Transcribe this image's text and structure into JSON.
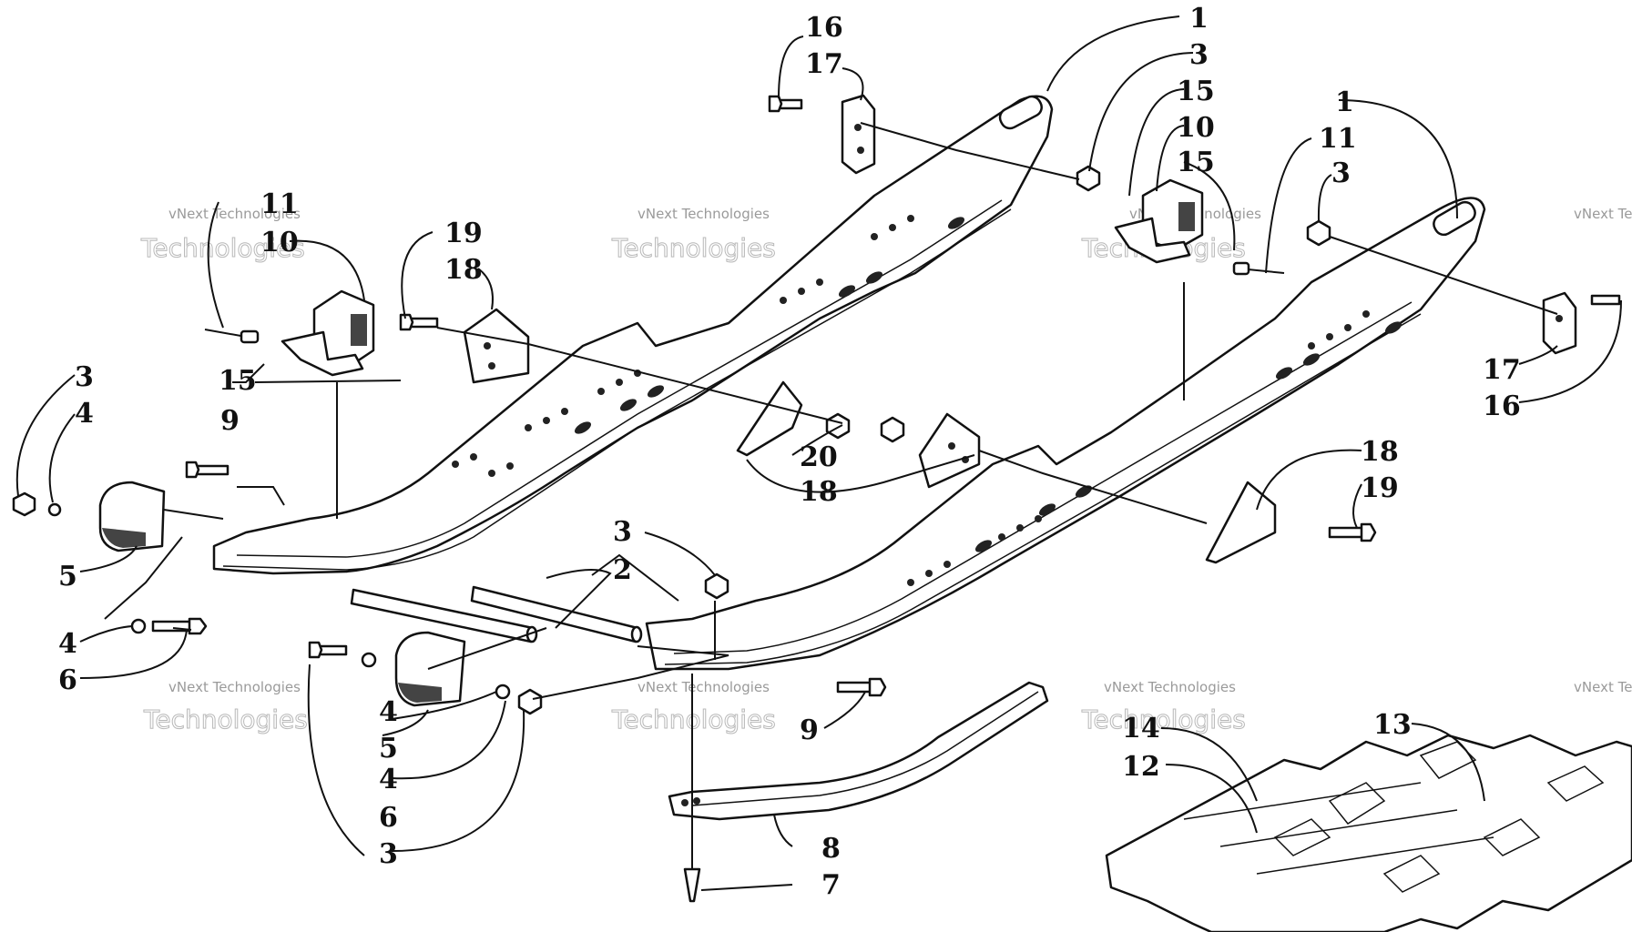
{
  "watermark": {
    "company": "vNext Technologies",
    "brand_top": "vNext",
    "brand_bottom": "Technologies"
  },
  "callouts": {
    "left": [
      "3",
      "4",
      "5",
      "4",
      "6",
      "11",
      "10",
      "15",
      "9",
      "19",
      "18",
      "20",
      "18"
    ],
    "center": [
      "16",
      "17",
      "1",
      "3",
      "15",
      "10",
      "15",
      "3",
      "2",
      "9",
      "4",
      "5",
      "4",
      "6",
      "3",
      "8",
      "7"
    ],
    "right": [
      "1",
      "11",
      "3",
      "17",
      "16",
      "18",
      "19",
      "14",
      "12",
      "13"
    ]
  }
}
